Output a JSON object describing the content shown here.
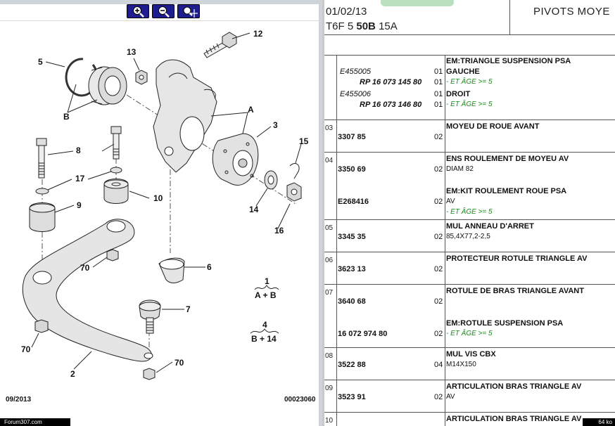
{
  "viewer": {
    "zoom_in_icon": "zoom-in-icon",
    "zoom_out_icon": "zoom-out-icon",
    "zoom_fit_icon": "zoom-move-icon",
    "button_color": "#1d1d8f"
  },
  "diagram": {
    "labels": {
      "n12": "12",
      "n13": "13",
      "n5": "5",
      "nB": "B",
      "nA": "A",
      "n3": "3",
      "n8": "8",
      "n15": "15",
      "n17": "17",
      "n10": "10",
      "n9": "9",
      "n14": "14",
      "n16": "16",
      "n70a": "70",
      "n6": "6",
      "n7": "7",
      "n70b": "70",
      "n70c": "70",
      "n2": "2"
    },
    "legend1": {
      "top": "1",
      "bottom": "A + B"
    },
    "legend2": {
      "top": "4",
      "bottom": "B + 14"
    },
    "date_stamp": "09/2013",
    "doc_code": "00023060",
    "forum_badge": "Forum307.com"
  },
  "header": {
    "date": "01/02/13",
    "code_prefix": "T6F 5",
    "code_bold": "50B",
    "code_suffix": "15A",
    "title": "PIVOTS MOYE",
    "tab_color": "#b9e0bf"
  },
  "parts": [
    {
      "index": "",
      "lines": [
        {
          "type": "desc",
          "text": "EM:TRIANGLE SUSPENSION PSA"
        },
        {
          "type": "ref-i",
          "text": "E455005",
          "qty": "01",
          "desc": "GAUCHE"
        },
        {
          "type": "ref-b",
          "text": "RP 16 073 145 80",
          "qty": "01",
          "green": "- ET ÂGE >= 5"
        },
        {
          "type": "ref-i",
          "text": "E455006",
          "qty": "01",
          "desc": "DROIT"
        },
        {
          "type": "ref-b",
          "text": "RP 16 073 146 80",
          "qty": "01",
          "green": "- ET ÂGE >= 5"
        }
      ]
    },
    {
      "index": "03",
      "ref": "3307 85",
      "qty": "02",
      "desc": "MOYEU DE ROUE AVANT",
      "detail": ""
    },
    {
      "index": "04",
      "ref": "3350 69",
      "qty": "02",
      "desc": "ENS ROULEMENT DE MOYEU AV",
      "detail": "DIAM 82",
      "sub": {
        "ref": "E268416",
        "qty": "02",
        "desc": "EM:KIT ROULEMENT ROUE PSA",
        "detail": "AV",
        "green": "- ET ÂGE >= 5"
      }
    },
    {
      "index": "05",
      "ref": "3345 35",
      "qty": "02",
      "desc": "MUL ANNEAU D'ARRET",
      "detail": "85,4X77,2-2,5"
    },
    {
      "index": "06",
      "ref": "3623 13",
      "qty": "02",
      "desc": "PROTECTEUR ROTULE TRIANGLE AV",
      "detail": ""
    },
    {
      "index": "07",
      "ref": "3640 68",
      "qty": "02",
      "desc": "ROTULE DE BRAS TRIANGLE AVANT",
      "detail": "",
      "sub": {
        "ref": "16 072 974 80",
        "qty": "02",
        "desc": "EM:ROTULE SUSPENSION PSA",
        "detail": "",
        "green": "- ET ÂGE >= 5"
      }
    },
    {
      "index": "08",
      "ref": "3522 88",
      "qty": "04",
      "desc": "MUL VIS CBX",
      "detail": "M14X150"
    },
    {
      "index": "09",
      "ref": "3523 91",
      "qty": "02",
      "desc": "ARTICULATION BRAS TRIANGLE AV",
      "detail": "AV"
    },
    {
      "index": "10",
      "ref": "",
      "qty": "",
      "desc": "ARTICULATION BRAS TRIANGLE AV",
      "detail": ""
    }
  ],
  "status": {
    "size": "64 ko"
  }
}
